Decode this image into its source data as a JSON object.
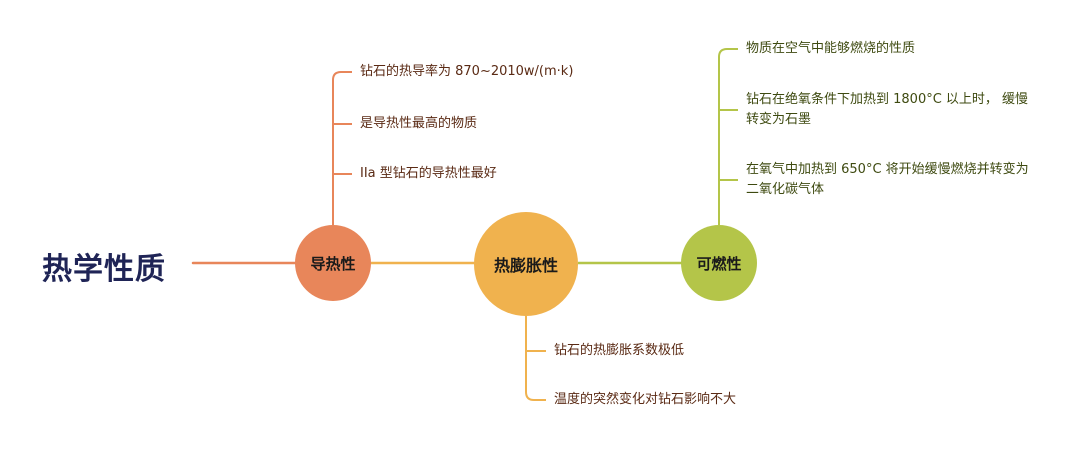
{
  "root": {
    "label": "热学性质",
    "color": "#1f2456"
  },
  "branches": [
    {
      "label": "导热性",
      "color": "#e8865a",
      "items": [
        "钻石的热导率为 870~2010w/(m·k)",
        "是导热性最高的物质",
        "IIa 型钻石的导热性最好"
      ]
    },
    {
      "label": "热膨胀性",
      "color": "#f0b24e",
      "items": [
        "钻石的热膨胀系数极低",
        "温度的突然变化对钻石影响不大"
      ]
    },
    {
      "label": "可燃性",
      "color": "#b4c549",
      "items": [
        "物质在空气中能够燃烧的性质",
        [
          "钻石在绝氧条件下加热到 1800°C 以上时，  缓慢",
          "转变为石墨"
        ],
        [
          "在氧气中加热到 650°C 将开始缓慢燃烧并转变为",
          "二氧化碳气体"
        ]
      ]
    }
  ]
}
